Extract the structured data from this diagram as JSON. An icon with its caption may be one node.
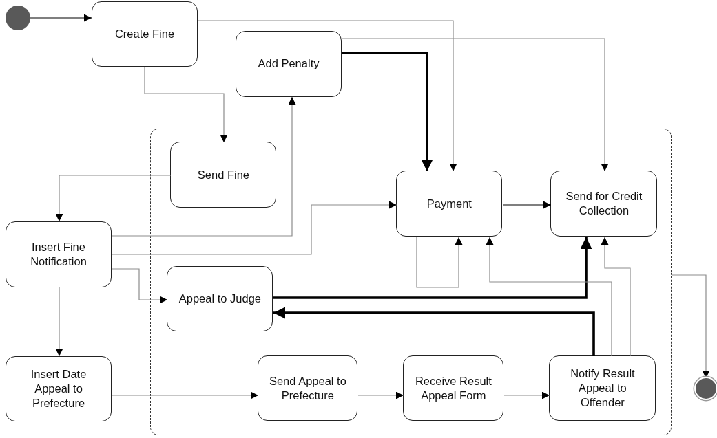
{
  "diagram": {
    "nodes": [
      {
        "text": [],
        "shape": "circle"
      },
      {
        "text": [],
        "shape": "box"
      },
      {
        "text": [
          "Create Fine"
        ]
      },
      {
        "text": [
          "Add Penalty"
        ]
      },
      {
        "text": [
          "Send Fine"
        ],
        "in": 1
      },
      {
        "text": [
          "Payment"
        ],
        "in": 1
      },
      {
        "text": [
          "Send for Credit Collection"
        ],
        "in": 1
      },
      {
        "text": [
          "Insert Fine Notification"
        ]
      },
      {
        "text": [
          "Appeal to Judge"
        ],
        "in": 1
      },
      {
        "text": [
          "Insert Date Appeal to Prefecture"
        ]
      },
      {
        "text": [
          "Send Appeal to Prefecture"
        ],
        "in": 1
      },
      {
        "text": [
          "Receive Result Appeal Form"
        ],
        "in": 1
      },
      {
        "text": [
          "Notify Result Appeal to Offender"
        ],
        "in": 1
      },
      {
        "text": [],
        "shape": "circle"
      }
    ],
    "edges": [
      {
        "from": 0,
        "to": 2,
        "arrow": "to",
        "color": "#000000"
      },
      {
        "from": 2,
        "to": 4,
        "arrow": "to"
      },
      {
        "from": 2,
        "to": 5,
        "arrow": "to"
      },
      {
        "from": 3,
        "to": 5,
        "arrow": "to",
        "style": "thick",
        "color": "#000000"
      },
      {
        "from": 3,
        "to": 6,
        "arrow": "to"
      },
      {
        "from": 4,
        "to": 7,
        "arrow": "to"
      },
      {
        "from": 7,
        "to": 3,
        "arrow": "to"
      },
      {
        "from": 7,
        "to": 5,
        "arrow": "to"
      },
      {
        "from": 7,
        "to": 8,
        "arrow": "to"
      },
      {
        "from": 7,
        "to": 9,
        "arrow": "to"
      },
      {
        "from": 5,
        "to": 6,
        "arrow": "to",
        "color": "#000000"
      },
      {
        "from": 5,
        "to": 5,
        "arrow": "to"
      },
      {
        "from": 8,
        "to": 6,
        "arrow": "to",
        "style": "thick",
        "color": "#000000"
      },
      {
        "from": 12,
        "to": 8,
        "arrow": "to",
        "style": "thick",
        "color": "#000000"
      },
      {
        "from": 12,
        "to": 5,
        "arrow": "to"
      },
      {
        "from": 12,
        "to": 6,
        "arrow": "to"
      },
      {
        "from": 9,
        "to": 10,
        "arrow": "to"
      },
      {
        "from": 10,
        "to": 11,
        "arrow": "to"
      },
      {
        "from": 11,
        "to": 12,
        "arrow": "to"
      },
      {
        "from": 1,
        "to": 13,
        "arrow": "to"
      }
    ]
  }
}
